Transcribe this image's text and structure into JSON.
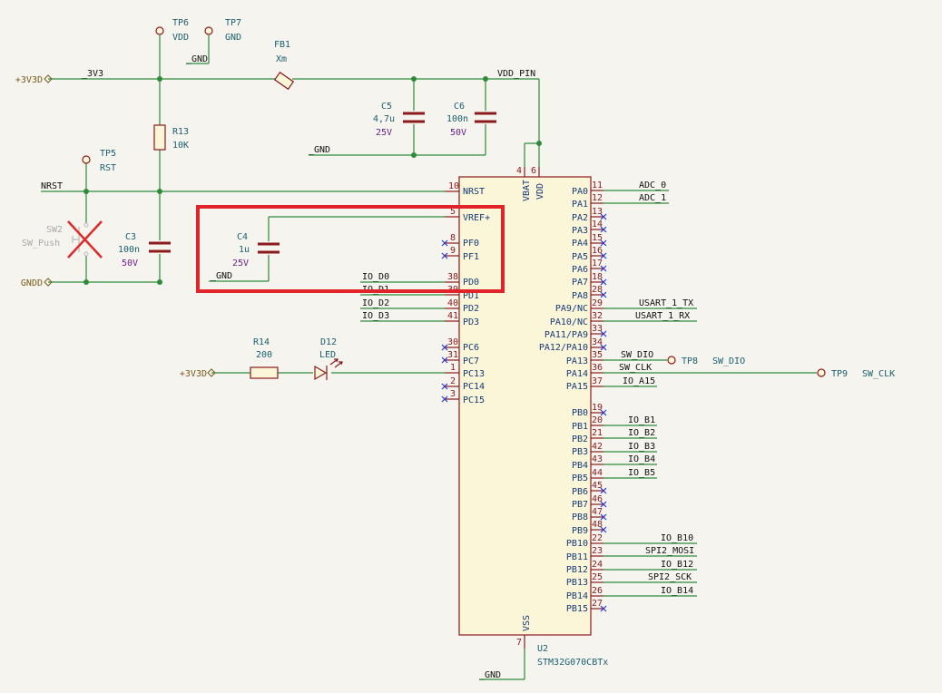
{
  "colors": {
    "background": "#f5f4ef",
    "wire": "#2f8a3a",
    "component": "#8b1a1a",
    "pin_name": "#14397a",
    "reference": "#1a5f6e",
    "voltage": "#6a1f8a",
    "no_connect": "#2a36c8",
    "highlight": "#e0242a"
  },
  "power": {
    "p3v3d_top": "+3V3D",
    "p3v3d_led": "+3V3D",
    "gndd": "GNDD"
  },
  "nets": {
    "n3v3": "_3V3",
    "gnd_top": "_GND",
    "vdd_pin": "VDD_PIN",
    "gnd_caps": "_GND",
    "nrst": "NRST",
    "gnd_c4": "_GND",
    "gnd_u2": "_GND",
    "io_d0": "IO_D0",
    "io_d1": "IO_D1",
    "io_d2": "IO_D2",
    "io_d3": "IO_D3",
    "adc0": "ADC_0",
    "adc1": "ADC_1",
    "usart_tx": "USART_1_TX",
    "usart_rx": "USART_1_RX",
    "sw_dio": "SW_DIO",
    "sw_clk": "SW_CLK",
    "io_a15": "IO_A15",
    "io_b1": "IO_B1",
    "io_b2": "IO_B2",
    "io_b3": "IO_B3",
    "io_b4": "IO_B4",
    "io_b5": "IO_B5",
    "io_b10": "IO_B10",
    "spi2_mosi": "SPI2_MOSI",
    "io_b12": "IO_B12",
    "spi2_sck": "SPI2_SCK",
    "io_b14": "IO_B14"
  },
  "components": {
    "tp6": {
      "ref": "TP6",
      "value": "VDD"
    },
    "tp7": {
      "ref": "TP7",
      "value": "GND"
    },
    "tp5": {
      "ref": "TP5",
      "value": "RST"
    },
    "tp8": {
      "ref": "TP8",
      "value": "SW_DIO"
    },
    "tp9": {
      "ref": "TP9",
      "value": "SW_CLK"
    },
    "fb1": {
      "ref": "FB1",
      "value": "Xm"
    },
    "r13": {
      "ref": "R13",
      "value": "10K"
    },
    "r14": {
      "ref": "R14",
      "value": "200"
    },
    "d12": {
      "ref": "D12",
      "value": "LED"
    },
    "c3": {
      "ref": "C3",
      "value": "100n",
      "voltage": "50V"
    },
    "c4": {
      "ref": "C4",
      "value": "1u",
      "voltage": "25V"
    },
    "c5": {
      "ref": "C5",
      "value": "4,7u",
      "voltage": "25V"
    },
    "c6": {
      "ref": "C6",
      "value": "100n",
      "voltage": "50V"
    },
    "sw2": {
      "ref": "SW2",
      "value": "SW_Push"
    },
    "u2": {
      "ref": "U2",
      "value": "STM32G070CBTx"
    }
  },
  "pins": {
    "p4": "4",
    "p6": "6",
    "vbat": "VBAT",
    "vdd": "VDD",
    "p10": "10",
    "nrst": "NRST",
    "p5": "5",
    "vrefp": "VREF+",
    "p8": "8",
    "pf0": "PF0",
    "p9": "9",
    "pf1": "PF1",
    "p38": "38",
    "pd0": "PD0",
    "p39": "39",
    "pd1": "PD1",
    "p40": "40",
    "pd2": "PD2",
    "p41": "41",
    "pd3": "PD3",
    "p30": "30",
    "pc6": "PC6",
    "p31": "31",
    "pc7": "PC7",
    "p1": "1",
    "pc13": "PC13",
    "p2": "2",
    "pc14": "PC14",
    "p3": "3",
    "pc15": "PC15",
    "p11": "11",
    "pa0": "PA0",
    "p12": "12",
    "pa1": "PA1",
    "p13": "13",
    "pa2": "PA2",
    "p14": "14",
    "pa3": "PA3",
    "p15": "15",
    "pa4": "PA4",
    "p16": "16",
    "pa5": "PA5",
    "p17": "17",
    "pa6": "PA6",
    "p18": "18",
    "pa7": "PA7",
    "p28": "28",
    "pa8": "PA8",
    "p29": "29",
    "pa9": "PA9/NC",
    "p32": "32",
    "pa10": "PA10/NC",
    "p33": "33",
    "pa11": "PA11/PA9",
    "p34": "34",
    "pa12": "PA12/PA10",
    "p35": "35",
    "pa13": "PA13",
    "p36": "36",
    "pa14": "PA14",
    "p37": "37",
    "pa15": "PA15",
    "p19": "19",
    "pb0": "PB0",
    "p20": "20",
    "pb1": "PB1",
    "p21": "21",
    "pb2": "PB2",
    "p42": "42",
    "pb3": "PB3",
    "p43": "43",
    "pb4": "PB4",
    "p44": "44",
    "pb5": "PB5",
    "p45": "45",
    "pb6": "PB6",
    "p46": "46",
    "pb7": "PB7",
    "p47": "47",
    "pb8": "PB8",
    "p48": "48",
    "pb9": "PB9",
    "p22": "22",
    "pb10": "PB10",
    "p23": "23",
    "pb11": "PB11",
    "p24": "24",
    "pb12": "PB12",
    "p25": "25",
    "pb13": "PB13",
    "p26": "26",
    "pb14": "PB14",
    "p27": "27",
    "pb15": "PB15",
    "p7": "7",
    "vss": "VSS"
  }
}
